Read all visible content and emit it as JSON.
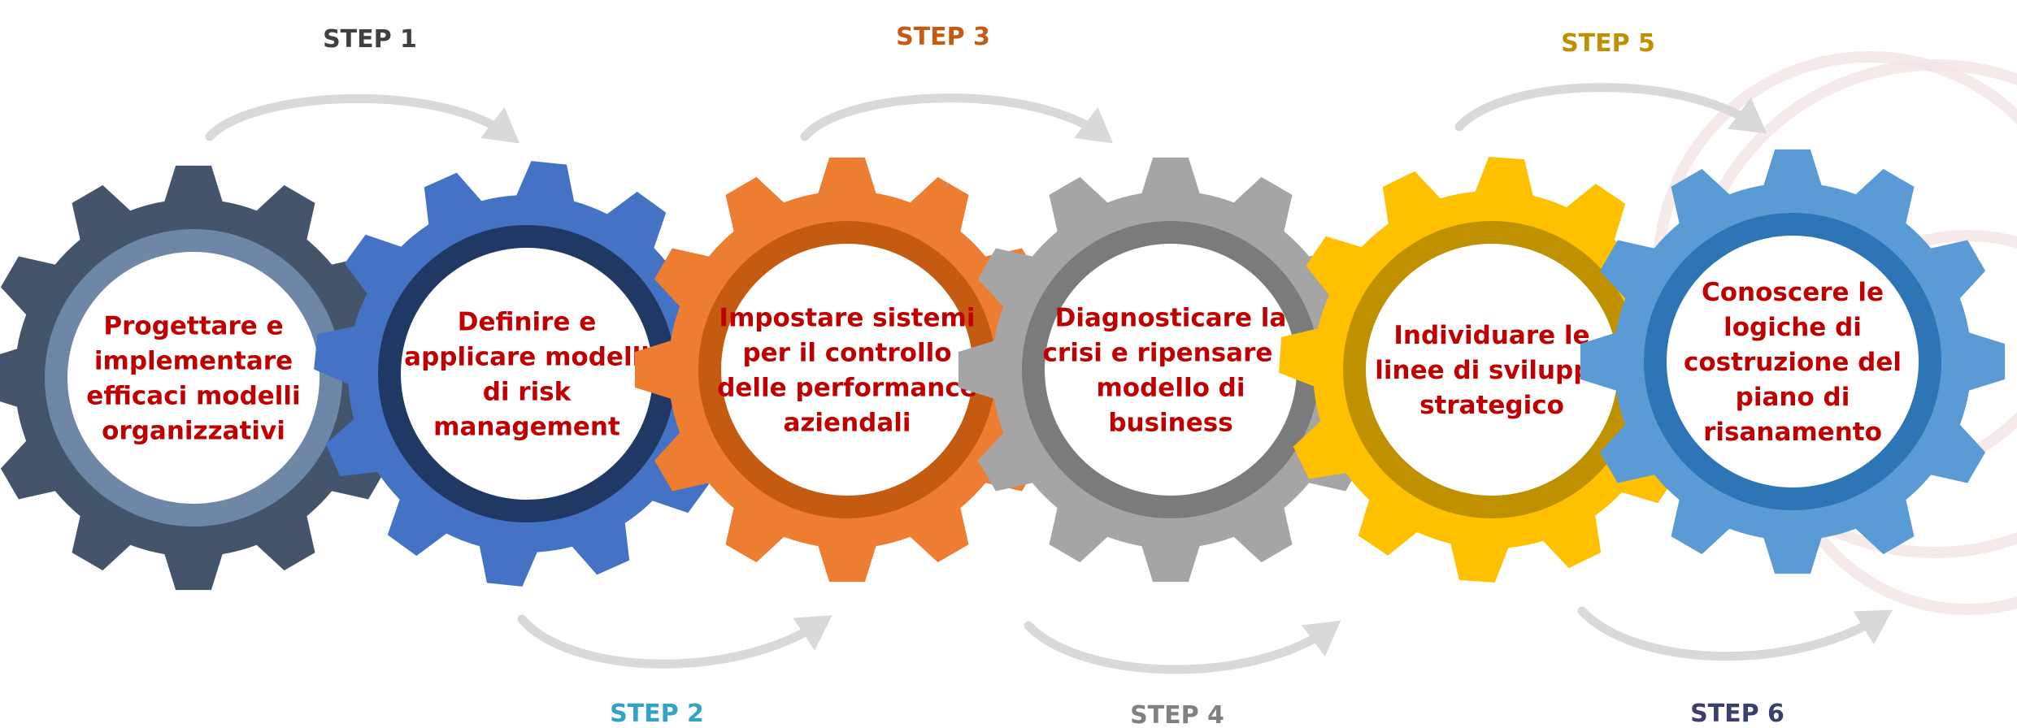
{
  "steps": [
    {
      "label": "STEP 1",
      "label_color": "#404040",
      "lines": [
        "Progettare e",
        "implementare",
        "efficaci modelli",
        "organizzativi"
      ],
      "gear": "#44546a",
      "ring": "#6f87a6",
      "inner": "#ffffff"
    },
    {
      "label": "STEP 2",
      "label_color": "#31a3c4",
      "lines": [
        "Definire e",
        "applicare modelli",
        "di risk",
        "management"
      ],
      "gear": "#4472c4",
      "ring": "#1f3864",
      "inner": "#ffffff"
    },
    {
      "label": "STEP 3",
      "label_color": "#c55a11",
      "lines": [
        "Impostare sistemi",
        "per il controllo",
        "delle performance",
        "aziendali"
      ],
      "gear": "#ed7d31",
      "ring": "#c55a11",
      "inner": "#ffffff"
    },
    {
      "label": "STEP 4",
      "label_color": "#808080",
      "lines": [
        "Diagnosticare la",
        "crisi e ripensare il",
        "modello di",
        "business"
      ],
      "gear": "#a5a5a5",
      "ring": "#7b7b7b",
      "inner": "#ffffff"
    },
    {
      "label": "STEP 5",
      "label_color": "#bf9000",
      "lines": [
        "Individuare le",
        "linee di sviluppo",
        "strategico"
      ],
      "gear": "#ffc000",
      "ring": "#bf9000",
      "inner": "#ffffff"
    },
    {
      "label": "STEP 6",
      "label_color": "#3b3f6e",
      "lines": [
        "Conoscere le",
        "logiche di",
        "costruzione del",
        "piano di",
        "risanamento"
      ],
      "gear": "#5b9bd5",
      "ring": "#2e75b6",
      "inner": "#ffffff"
    }
  ],
  "colors": {
    "text": "#c00000",
    "arrow": "#d9d9d9",
    "decor": "#f2e4e4"
  }
}
